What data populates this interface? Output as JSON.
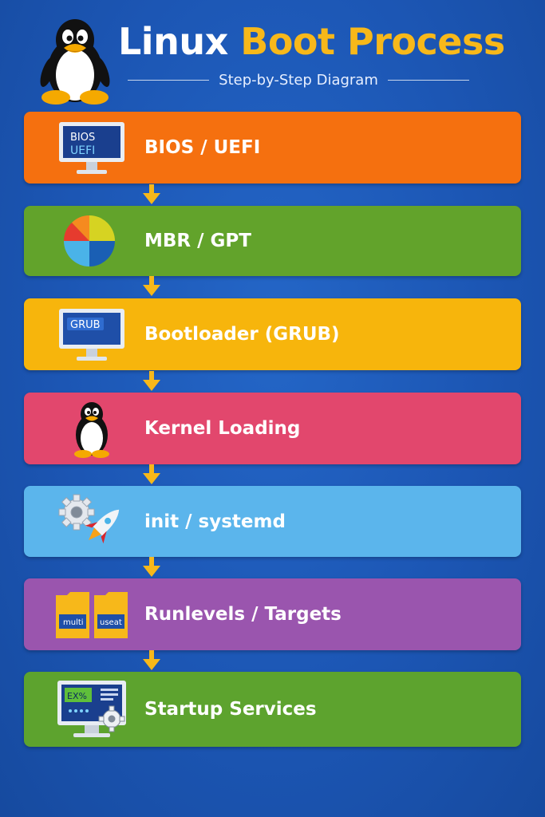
{
  "header": {
    "title_part1": "Linux",
    "title_part2": "Boot Process",
    "subtitle": "Step-by-Step Diagram"
  },
  "steps": [
    {
      "label": "BIOS / UEFI",
      "color": "#f5700f",
      "icon": "bios-monitor-icon",
      "icon_text": [
        "BIOS",
        "UEFI"
      ]
    },
    {
      "label": "MBR / GPT",
      "color": "#62a32b",
      "icon": "partition-pie-icon"
    },
    {
      "label": "Bootloader (GRUB)",
      "color": "#f7b50c",
      "icon": "grub-monitor-icon",
      "icon_text": [
        "GRUB"
      ]
    },
    {
      "label": "Kernel Loading",
      "color": "#e2476d",
      "icon": "tux-penguin-icon"
    },
    {
      "label": "init / systemd",
      "color": "#5bb5ec",
      "icon": "gear-rocket-icon"
    },
    {
      "label": "Runlevels / Targets",
      "color": "#9a55ae",
      "icon": "folders-icon",
      "icon_text": [
        "multi",
        "useat"
      ]
    },
    {
      "label": "Startup Services",
      "color": "#5da32e",
      "icon": "services-monitor-icon",
      "icon_text": [
        "EX%"
      ]
    }
  ],
  "arrow_color": "#f7b81a"
}
